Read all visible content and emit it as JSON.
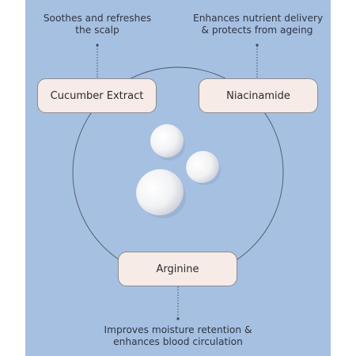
{
  "colors": {
    "background": "#a6c0e2",
    "pill_fill": "#f6ebe7",
    "line": "#3f4a5a",
    "text": "#2f3440"
  },
  "ingredients": [
    {
      "name": "Cucumber Extract",
      "benefit_lines": [
        "Soothes and refreshes",
        "the scalp"
      ]
    },
    {
      "name": "Niacinamide",
      "benefit_lines": [
        "Enhances nutrient delivery",
        "& protects from ageing"
      ]
    },
    {
      "name": "Arginine",
      "benefit_lines": [
        "Improves moisture retention &",
        "enhances blood circulation"
      ]
    }
  ]
}
